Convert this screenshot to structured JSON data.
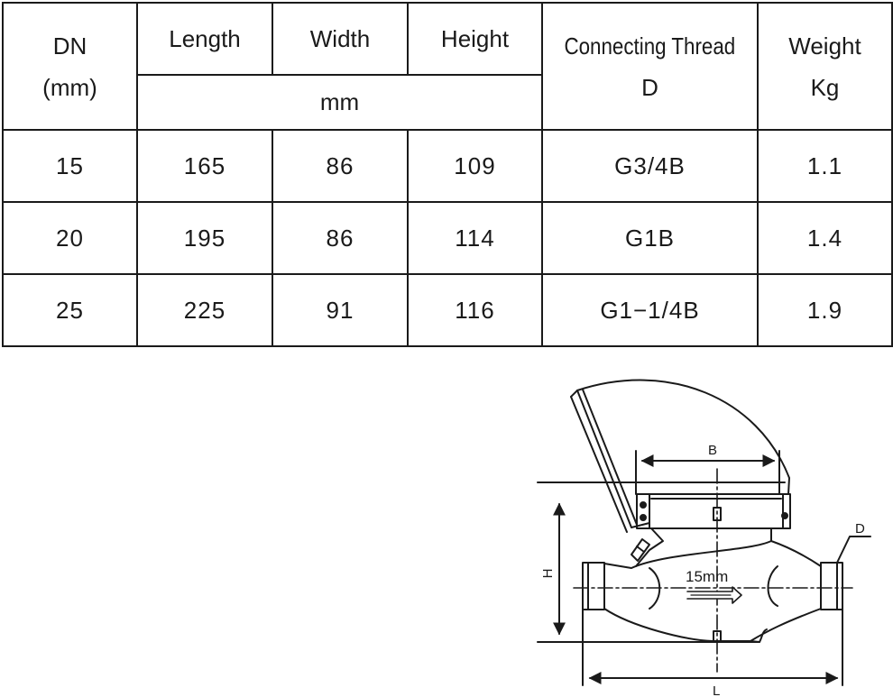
{
  "table": {
    "headers": {
      "dn_line1": "DN",
      "dn_line2": "(mm)",
      "length": "Length",
      "width": "Width",
      "height": "Height",
      "unit": "mm",
      "thread_line1": "Connecting Thread",
      "thread_line2": "D",
      "weight_line1": "Weight",
      "weight_line2": "Kg"
    },
    "rows": [
      {
        "dn": "15",
        "length": "165",
        "width": "86",
        "height": "109",
        "thread": "G3/4B",
        "weight": "1.1"
      },
      {
        "dn": "20",
        "length": "195",
        "width": "86",
        "height": "114",
        "thread": "G1B",
        "weight": "1.4"
      },
      {
        "dn": "25",
        "length": "225",
        "width": "91",
        "height": "116",
        "thread": "G1−1/4B",
        "weight": "1.9"
      }
    ]
  },
  "drawing": {
    "label_b": "B",
    "label_h": "H",
    "label_l": "L",
    "label_d": "D",
    "label_flow": "15mm"
  }
}
